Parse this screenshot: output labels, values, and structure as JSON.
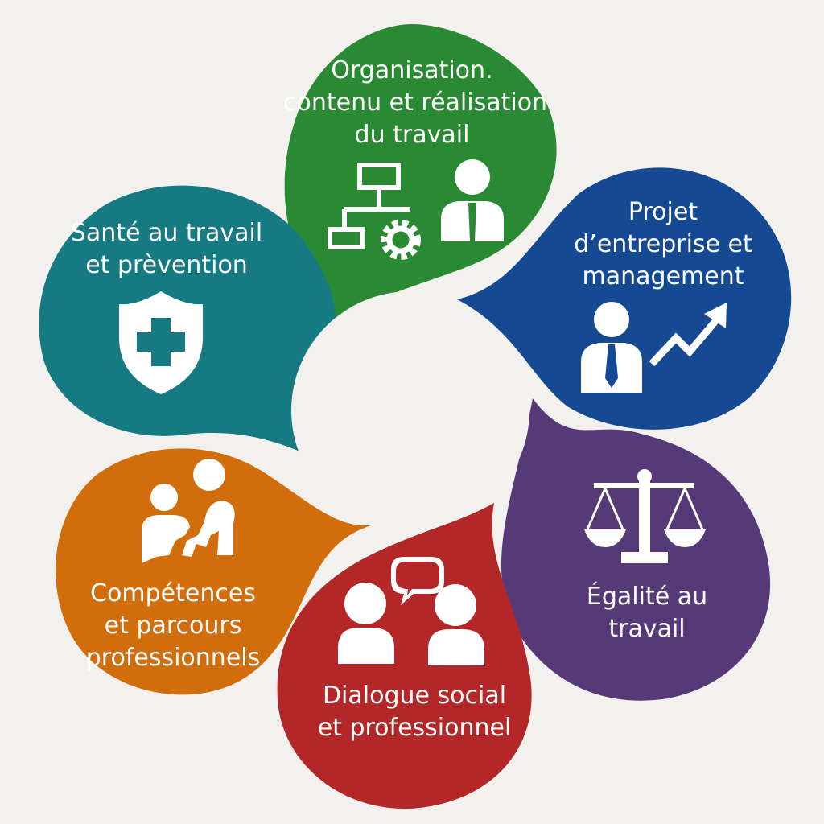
{
  "background": "#f3f1ee",
  "segments": [
    {
      "id": "organisation",
      "color": "#2a8a34",
      "icon": "org-chart-gear-person-icon",
      "lines": [
        "Organisation.",
        "contenu et réalisation",
        "du travail"
      ]
    },
    {
      "id": "projet",
      "color": "#154a92",
      "icon": "manager-growth-arrow-icon",
      "lines": [
        "Projet",
        "d’entreprise et",
        "management"
      ]
    },
    {
      "id": "egalite",
      "color": "#563a78",
      "icon": "balance-scale-icon",
      "lines": [
        "Égalité au",
        "travail"
      ]
    },
    {
      "id": "dialogue",
      "color": "#b32728",
      "icon": "people-speech-bubble-icon",
      "lines": [
        "Dialogue social",
        "et professionnel"
      ]
    },
    {
      "id": "competences",
      "color": "#d26d0c",
      "icon": "people-career-icon",
      "lines": [
        "Compétences",
        "et parcours",
        "professionnels"
      ]
    },
    {
      "id": "sante",
      "color": "#167a82",
      "icon": "health-shield-icon",
      "lines": [
        "Santé au travail",
        "et prèvention"
      ]
    }
  ]
}
